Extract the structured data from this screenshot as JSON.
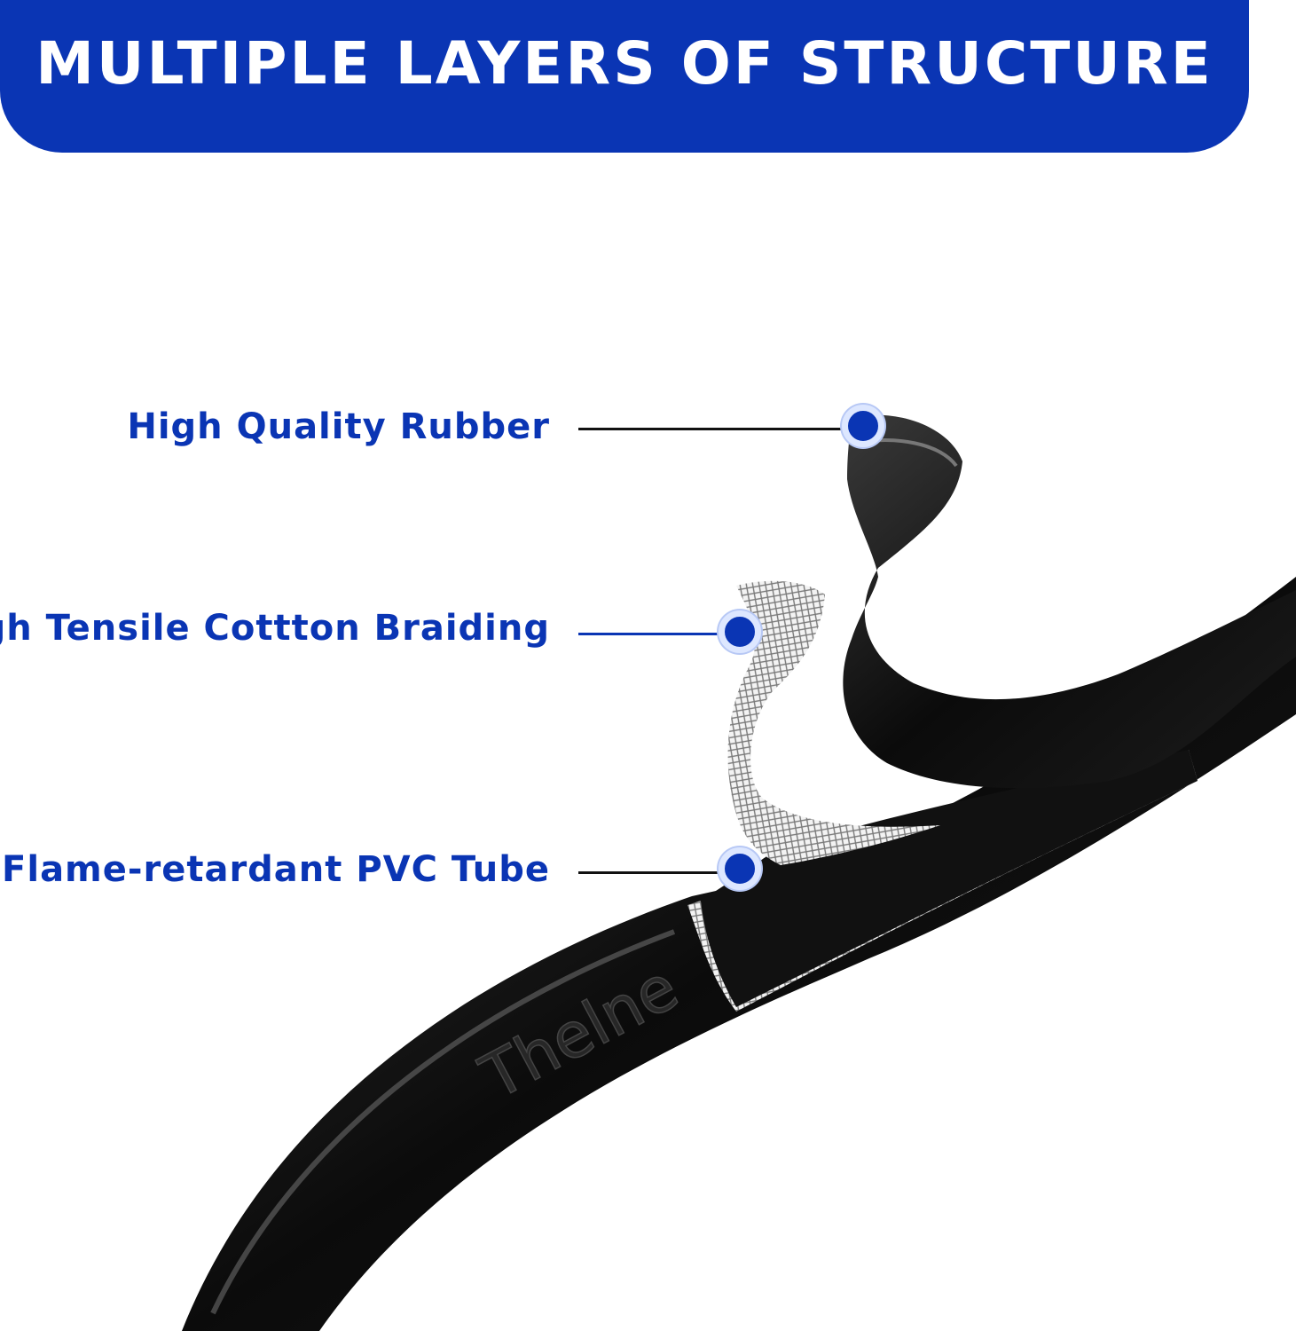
{
  "header": {
    "title": "MULTIPLE LAYERS OF STRUCTURE"
  },
  "callouts": [
    {
      "label": "High Quality Rubber"
    },
    {
      "label": "High Tensile Cottton Braiding"
    },
    {
      "label": "Flame-retardant PVC Tube"
    }
  ],
  "accent_color": "#0a35b4"
}
